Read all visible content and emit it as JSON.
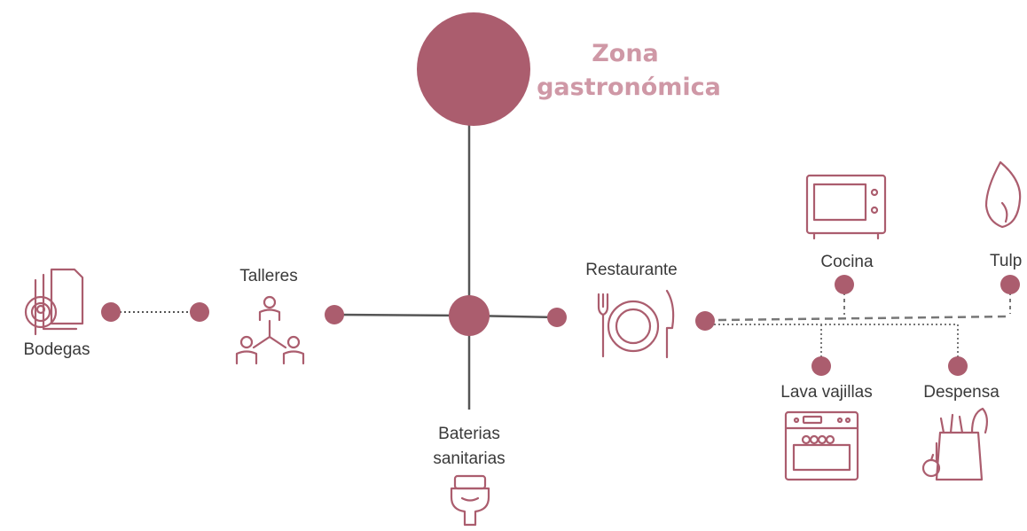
{
  "colors": {
    "node": "#ab5d6e",
    "title": "#cf98a6",
    "line": "#555555",
    "text": "#3a3a3a"
  },
  "title": {
    "line1": "Zona",
    "line2": "gastronómica"
  },
  "labels": {
    "talleres": "Talleres",
    "bodegas": "Bodegas",
    "restaurante": "Restaurante",
    "baterias_1": "Baterias",
    "baterias_2": "sanitarias",
    "cocina": "Cocina",
    "tulp": "Tulp",
    "lava_vajillas": "Lava vajillas",
    "despensa": "Despensa"
  },
  "icons": [
    "documents-icon",
    "team-icon",
    "plate-cutlery-icon",
    "toilet-icon",
    "oven-icon",
    "fire-icon",
    "dishwasher-icon",
    "grocery-bag-icon"
  ]
}
